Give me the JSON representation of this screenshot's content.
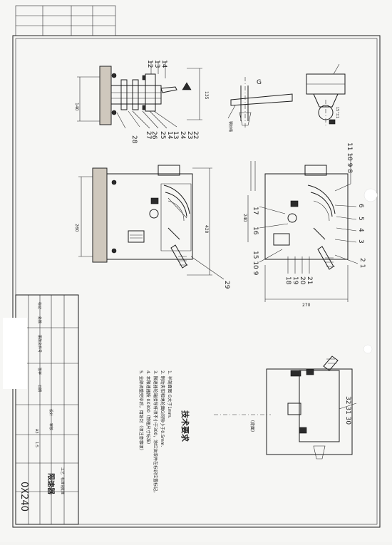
{
  "title_block": {
    "drawing_no": "0X240",
    "name": "限速器",
    "scale": "1:5",
    "sheet_size": "A3"
  },
  "tech_requirements": {
    "heading": "技术要求",
    "items": [
      "1. 半剖面图 G大于1mm.",
      "2. 制动夹钳和绳轮面G间隙小于0.5mm.",
      "3. 限速器轮端接导杆须不小于300，涂红油漆并在标识位置标记。",
      "4. 本限速器按 0X300（物理尺寸标准）",
      "5. 全部调整完毕后，用铅封（须注意事项）"
    ]
  },
  "dimensions": {
    "d140": "140",
    "d135": "135",
    "d260": "260",
    "d420": "420",
    "d240": "240",
    "d270": "270"
  },
  "part_numbers": {
    "top_a": "12",
    "top_b": "13",
    "top_c": "14",
    "side_bottom": [
      "28",
      "27",
      "26",
      "25",
      "14",
      "13",
      "24",
      "23",
      "22"
    ],
    "front_right": "29",
    "right_top": "11 10 9 8",
    "right_17": "17",
    "right_16": "16",
    "right_bottom_left": "15 10 9",
    "right_col_6": "6",
    "right_col_5": "5",
    "right_col_4": "4",
    "right_col_3": "3",
    "right_col_21": "2 1",
    "right_under": [
      "18",
      "19",
      "20",
      "21"
    ],
    "lower_view": "32 31 30"
  },
  "labels": {
    "rear_view": "（背面）",
    "rope_label": "钢丝绳",
    "angle": "15°±1",
    "detail_mark": "G"
  },
  "left_strip": {
    "rows": [
      "标记",
      "处数",
      "更改文件号",
      "签字",
      "日期",
      "设计",
      "审核",
      "工艺",
      "标准化",
      "批准"
    ]
  }
}
